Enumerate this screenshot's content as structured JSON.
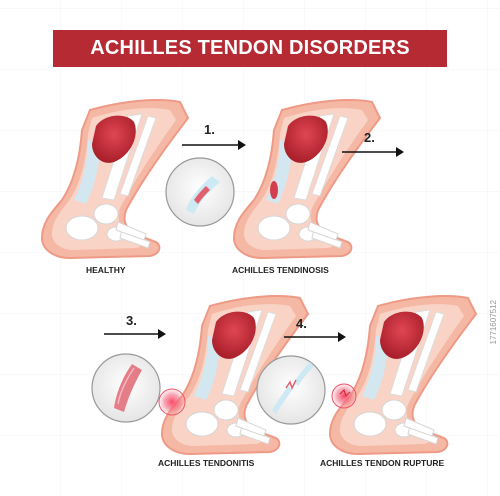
{
  "title": "ACHILLES TENDON DISORDERS",
  "steps": [
    "1.",
    "2.",
    "3.",
    "4."
  ],
  "captions": {
    "healthy": "HEALTHY",
    "tendinosis": "ACHILLES TENDINOSIS",
    "tendonitis": "ACHILLES TENDONITIS",
    "rupture": "ACHILLES TENDON RUPTURE"
  },
  "side_id": "1771607512",
  "colors": {
    "banner": "#b52a33",
    "skin": "#f5b8a4",
    "skin_edge": "#e88d7a",
    "muscle": "#c8303a",
    "tendon": "#bfe3f2",
    "bone": "#ffffff",
    "inflammation": "#e9546a"
  }
}
